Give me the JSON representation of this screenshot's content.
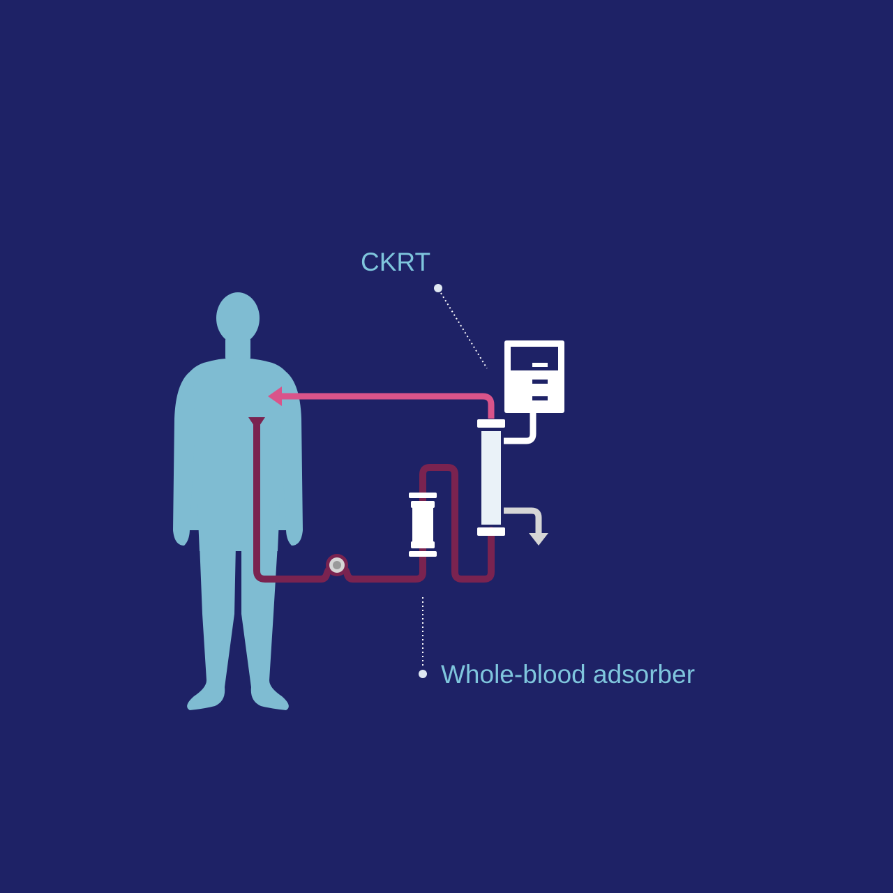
{
  "labels": {
    "ckrt": "CKRT",
    "adsorber": "Whole-blood adsorber"
  },
  "colors": {
    "background": "#1e2266",
    "body": "#7fbcd2",
    "return_line": "#d9548a",
    "draw_line": "#7a2350",
    "device": "#ffffff",
    "filter_body": "#eaf2f8",
    "effluent": "#d6d6d6",
    "label_text": "#7fc6dd",
    "leader_line": "#ffffff"
  },
  "icons": {
    "patient": "human-body-silhouette",
    "machine": "ckrt-machine-icon",
    "filter": "hemofilter-icon",
    "adsorber": "adsorber-cartridge-icon",
    "pump": "blood-pump-icon"
  }
}
